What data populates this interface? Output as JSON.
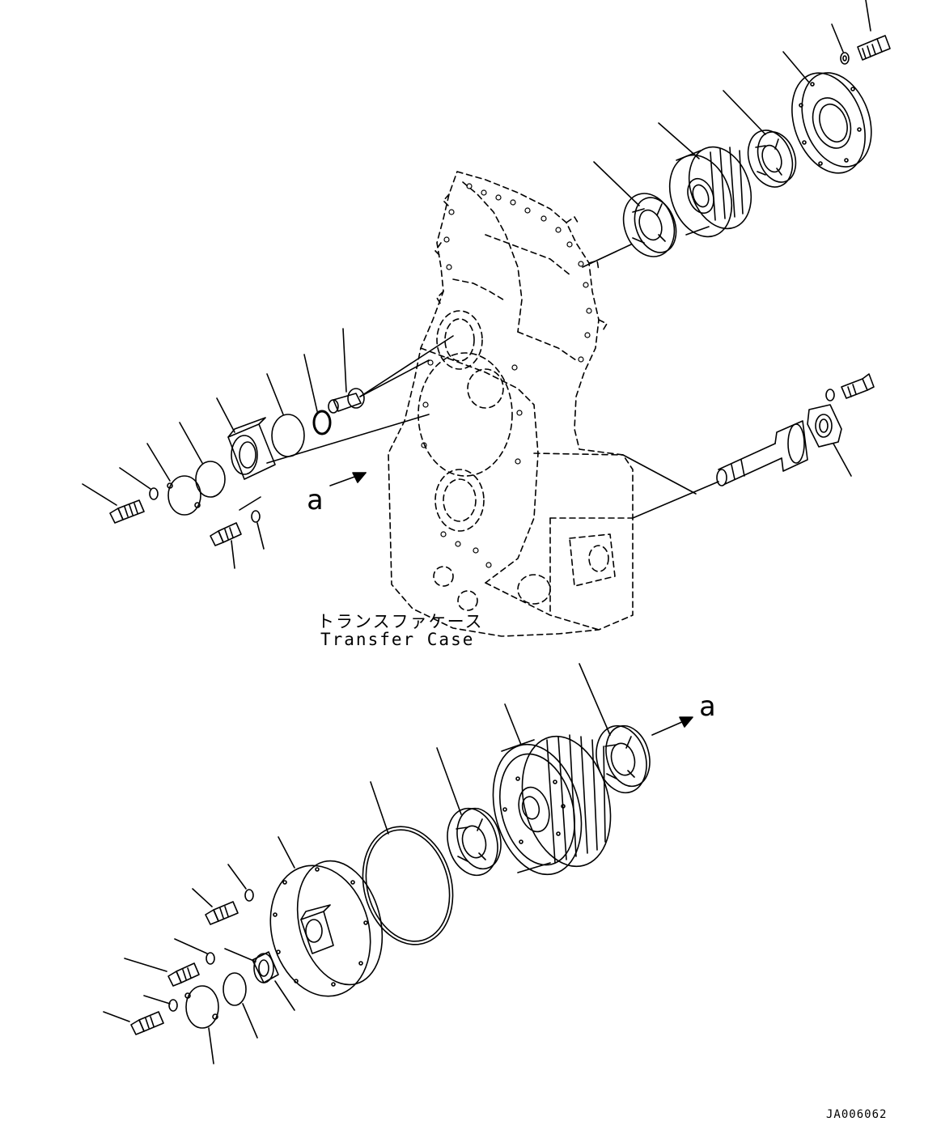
{
  "labels": {
    "component_jp": "トランスファケース",
    "component_en": "Transfer Case",
    "view_marker_start": "a",
    "view_marker_end": "a",
    "drawing_code": "JA006062"
  },
  "colors": {
    "line": "#000000",
    "background": "#ffffff"
  }
}
